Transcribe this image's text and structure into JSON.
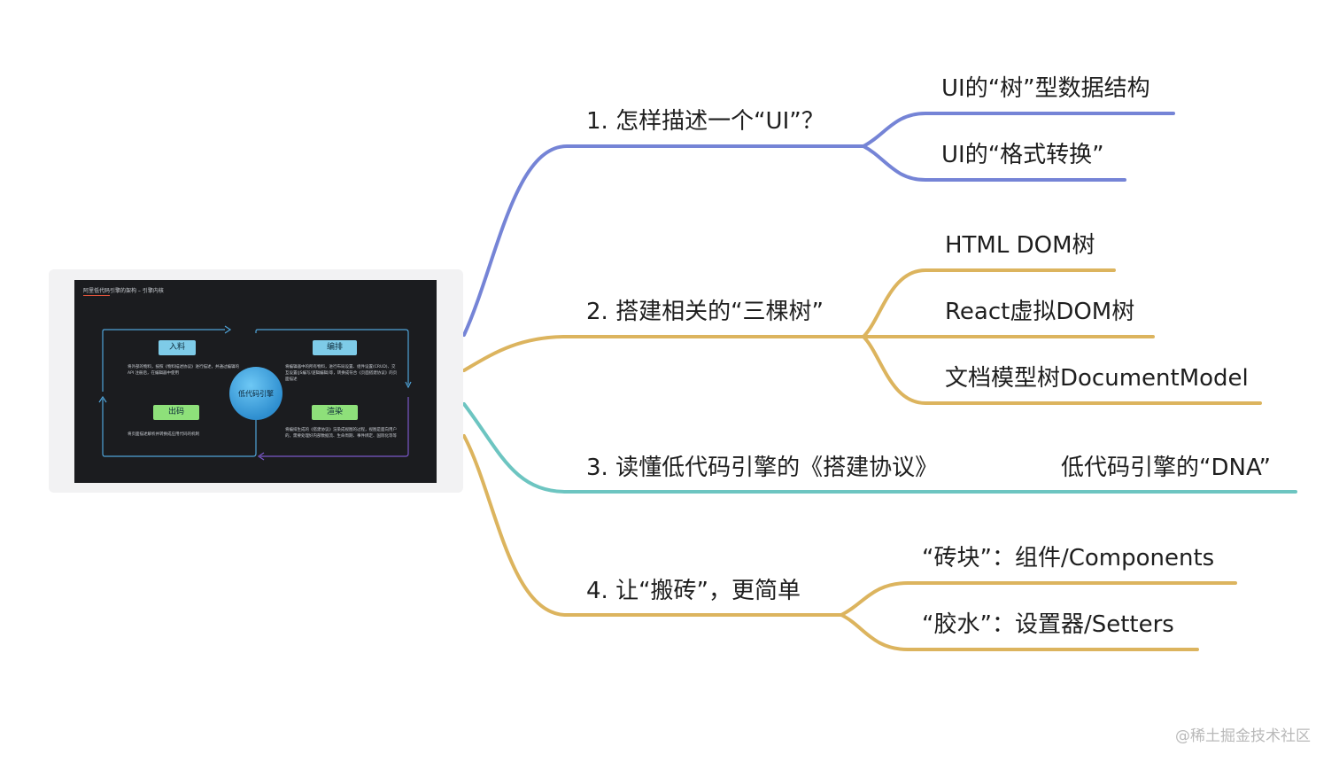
{
  "thumbnail": {
    "title": "阿里低代码引擎的架构 – 引擎内核",
    "hub_label": "低代码引擎",
    "stages": [
      {
        "label": "入料",
        "description": "将外部的物料，按照《物料描述协议》进行描述，并通过编辑的 API 注册后，在编辑器中使用"
      },
      {
        "label": "编排",
        "description": "将编辑器中的所有物料，进行布局设置、组件设置(CRUD)、交互设置(JS编写/逻辑编辑)等，转换成符合《页面搭建协议》的页面描述"
      },
      {
        "label": "出码",
        "description": "将页面描述解析并转换成应用代码的机制"
      },
      {
        "label": "渲染",
        "description": "将编排生成的《搭建协议》渲染成视图的过程，视图是面向用户的，需要处理好内部数据流、生命周期、事件绑定、国际化等等"
      }
    ]
  },
  "branches": [
    {
      "title": "1. 怎样描述一个“UI”？",
      "color": "#7584d6",
      "children": [
        "UI的“树”型数据结构",
        "UI的“格式转换”"
      ]
    },
    {
      "title": "2. 搭建相关的“三棵树”",
      "color": "#dcb45e",
      "children": [
        "HTML DOM树",
        "React虚拟DOM树",
        "文档模型树DocumentModel"
      ]
    },
    {
      "title": "3. 读懂低代码引擎的《搭建协议》",
      "color": "#6dc5c1",
      "children": [
        "低代码引擎的“DNA”"
      ]
    },
    {
      "title": "4. 让“搬砖”，更简单",
      "color": "#dcb45e",
      "children": [
        "“砖块”：组件/Components",
        "“胶水”：设置器/Setters"
      ]
    }
  ],
  "watermark": "@稀土掘金技术社区"
}
